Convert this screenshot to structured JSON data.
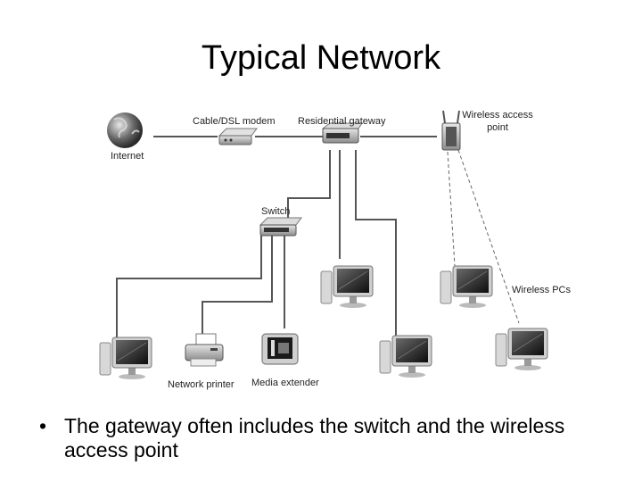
{
  "slide": {
    "title": "Typical Network",
    "bullet_marker": "•",
    "bullet_text": "The gateway often includes the switch and the wireless access point"
  },
  "diagram": {
    "labels": {
      "internet": "Internet",
      "modem": "Cable/DSL modem",
      "gateway": "Residential gateway",
      "wap_line1": "Wireless access",
      "wap_line2": "point",
      "switch": "Switch",
      "wireless_pcs": "Wireless PCs",
      "printer": "Network printer",
      "media": "Media extender"
    },
    "icons": [
      "globe-icon",
      "modem-icon",
      "gateway-icon",
      "access-point-icon",
      "switch-icon",
      "desktop-pc-icon",
      "printer-icon",
      "media-extender-icon"
    ]
  }
}
